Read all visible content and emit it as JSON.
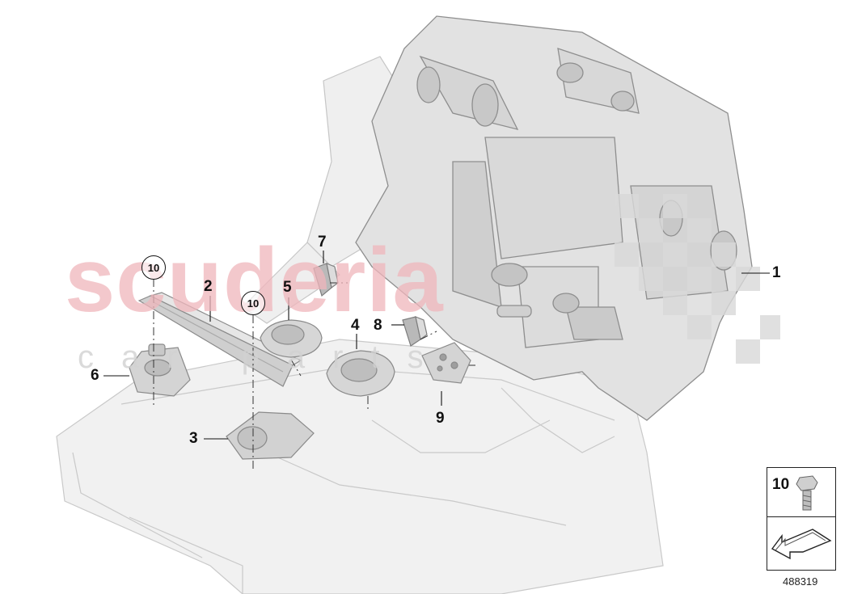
{
  "watermark": {
    "brand": "scuderia",
    "sub": "car parts"
  },
  "callouts": [
    {
      "id": "1",
      "label": "1"
    },
    {
      "id": "2",
      "label": "2"
    },
    {
      "id": "3",
      "label": "3"
    },
    {
      "id": "4",
      "label": "4"
    },
    {
      "id": "5",
      "label": "5"
    },
    {
      "id": "6",
      "label": "6"
    },
    {
      "id": "7",
      "label": "7"
    },
    {
      "id": "8",
      "label": "8"
    },
    {
      "id": "9",
      "label": "9"
    },
    {
      "id": "10a",
      "label": "10"
    },
    {
      "id": "10b",
      "label": "10"
    }
  ],
  "legend": {
    "part_number": "10"
  },
  "diagram_number": "488319",
  "colors": {
    "part_fill": "#e4e4e4",
    "part_stroke": "#9a9a9a",
    "floor_fill": "#ededed",
    "watermark_red": "#f0b6bc"
  }
}
